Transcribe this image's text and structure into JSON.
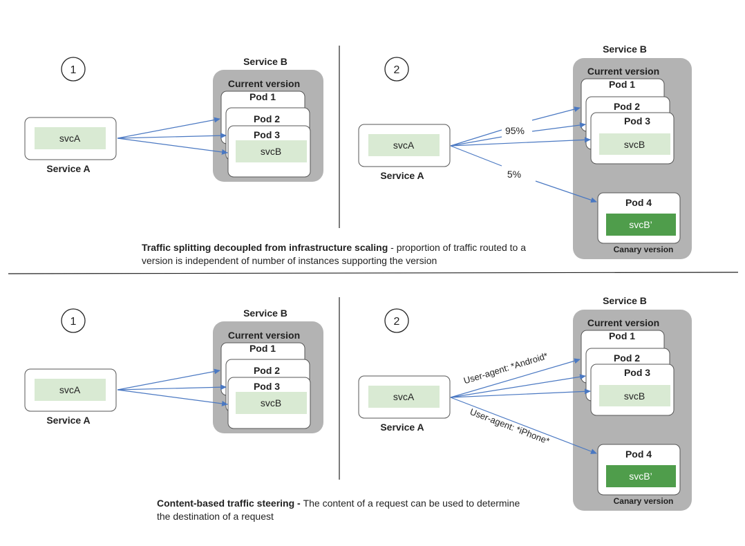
{
  "colors": {
    "line": "#222222",
    "arrow": "#4a78c2",
    "service_group": "#b3b3b3",
    "svc_light": "#d9ead3",
    "svc_canary": "#4f9d4b",
    "canary_text": "#ffffff"
  },
  "panels": [
    {
      "scenario": {
        "step": "1",
        "service_a": {
          "name": "svcA",
          "label": "Service A"
        },
        "service_b_title": "Service B",
        "current_version": "Current version",
        "pods": [
          "Pod 1",
          "Pod 2",
          "Pod 3"
        ],
        "svc_b": "svcB"
      },
      "canary_scenario": {
        "step": "2",
        "service_a": {
          "name": "svcA",
          "label": "Service A"
        },
        "service_b_title": "Service B",
        "current_version": "Current version",
        "pods": [
          "Pod 1",
          "Pod 2",
          "Pod 3"
        ],
        "svc_b": "svcB",
        "canary_pod": "Pod 4",
        "svc_b_canary": "svcB’",
        "canary_version": "Canary version",
        "route_current": "95%",
        "route_canary": "5%"
      },
      "caption": {
        "bold": "Traffic splitting decoupled from infrastructure scaling",
        "text": " - proportion of traffic routed to a version is independent of number of instances supporting the version"
      }
    },
    {
      "scenario": {
        "step": "1",
        "service_a": {
          "name": "svcA",
          "label": "Service A"
        },
        "service_b_title": "Service B",
        "current_version": "Current version",
        "pods": [
          "Pod 1",
          "Pod 2",
          "Pod 3"
        ],
        "svc_b": "svcB"
      },
      "canary_scenario": {
        "step": "2",
        "service_a": {
          "name": "svcA",
          "label": "Service A"
        },
        "service_b_title": "Service B",
        "current_version": "Current version",
        "pods": [
          "Pod 1",
          "Pod 2",
          "Pod 3"
        ],
        "svc_b": "svcB",
        "canary_pod": "Pod 4",
        "svc_b_canary": "svcB’",
        "canary_version": "Canary version",
        "route_current": "User-agent: *Android*",
        "route_canary": "User-agent: *iPhone*"
      },
      "caption": {
        "bold": "Content-based traffic steering - ",
        "text": "The content of a request can be used to determine the destination of a request"
      }
    }
  ]
}
